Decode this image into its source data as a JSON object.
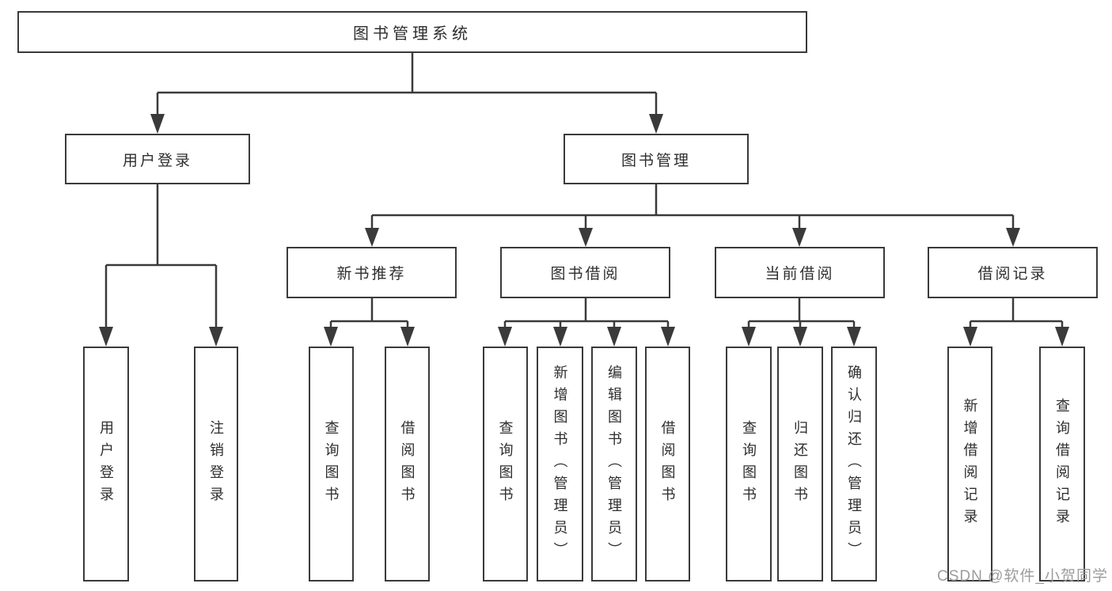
{
  "diagram_title": "图书管理系统",
  "tree": {
    "root": "图书管理系统",
    "level2": [
      "用户登录",
      "图书管理"
    ],
    "level3": [
      "新书推荐",
      "图书借阅",
      "当前借阅",
      "借阅记录"
    ],
    "groups": [
      {
        "parent": "用户登录",
        "children": [
          "用户登录",
          "注销登录"
        ]
      },
      {
        "parent": "新书推荐",
        "children": [
          "查询图书",
          "借阅图书"
        ]
      },
      {
        "parent": "图书借阅",
        "children": [
          "查询图书",
          "新增图书（管理员）",
          "编辑图书（管理员）",
          "借阅图书"
        ]
      },
      {
        "parent": "当前借阅",
        "children": [
          "查询图书",
          "归还图书",
          "确认归还（管理员）"
        ]
      },
      {
        "parent": "借阅记录",
        "children": [
          "新增借阅记录",
          "查询借阅记录"
        ]
      }
    ]
  },
  "watermark": "CSDN @软件_小贺同学",
  "colors": {
    "line": "#3a3a3a",
    "text": "#2e2e2e",
    "watermark": "#9c9c9c",
    "background": "#ffffff"
  }
}
